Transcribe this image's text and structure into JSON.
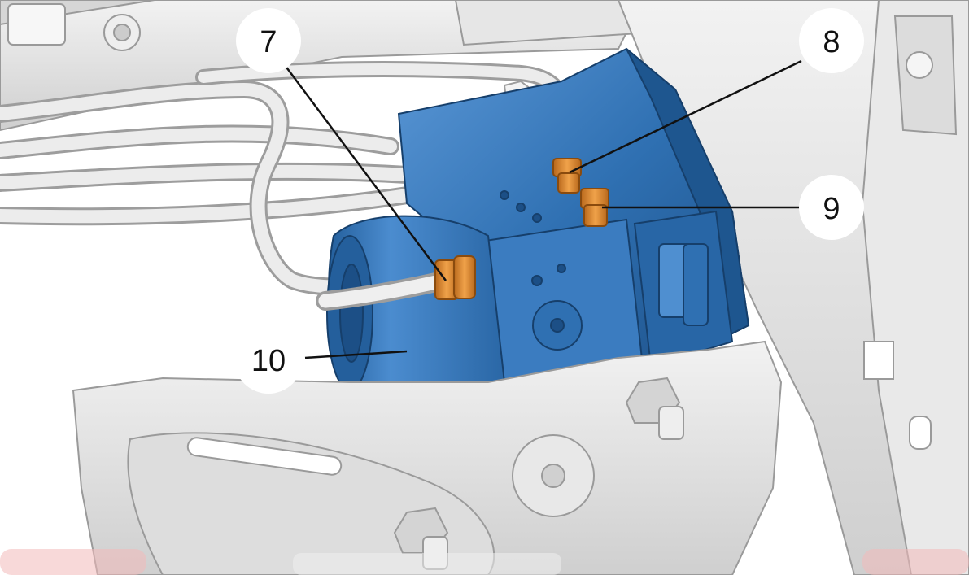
{
  "callouts": [
    {
      "id": "7",
      "label": "7",
      "part": "pipe-fitting"
    },
    {
      "id": "8",
      "label": "8",
      "part": "pipe-fitting"
    },
    {
      "id": "9",
      "label": "9",
      "part": "pipe-fitting"
    },
    {
      "id": "10",
      "label": "10",
      "part": "hydraulic-unit"
    }
  ],
  "colors": {
    "background": "#ffffff",
    "bracket": "#e3e3e3",
    "bracket_edge": "#9a9a9a",
    "pipe": "#e9e9e9",
    "pipe_edge": "#9d9d9d",
    "module": "#2f70b2",
    "module_dark": "#1e568f",
    "module_light": "#4f8fd0",
    "fitting": "#d9862d",
    "fitting_dark": "#a35a12",
    "callout_fill": "#ffffff",
    "callout_text": "#111111",
    "leader": "#111111",
    "watermark": "#e8a6a6"
  }
}
